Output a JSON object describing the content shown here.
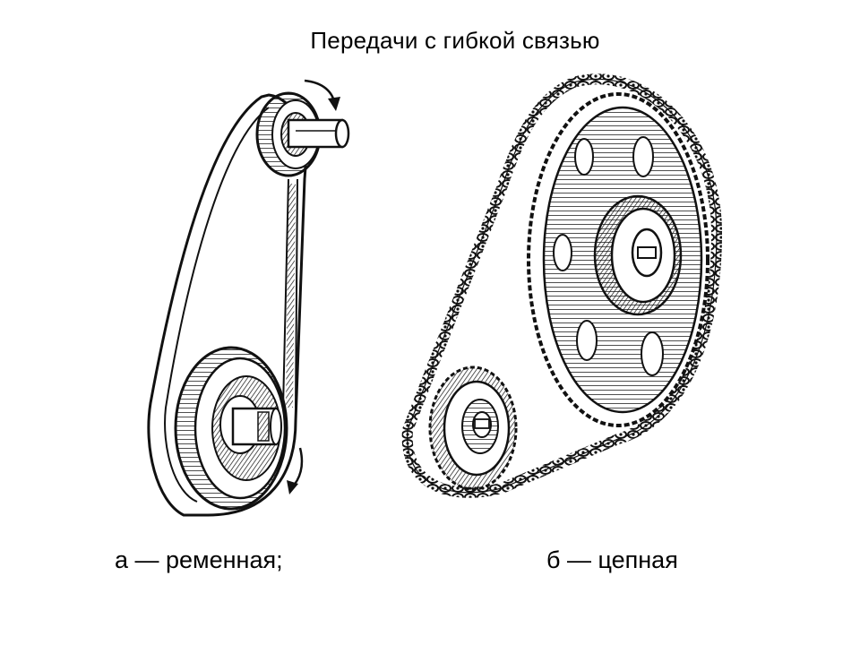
{
  "title": "Передачи с гибкой связью",
  "captions": {
    "belt": "а — ременная;",
    "chain": "б — цепная"
  },
  "figures": {
    "belt": {
      "parts": [
        "belt",
        "driving-pulley",
        "driven-pulley",
        "shaft",
        "rotation-arrow"
      ]
    },
    "chain": {
      "parts": [
        "chain",
        "large-sprocket",
        "small-sprocket",
        "hub"
      ]
    }
  }
}
